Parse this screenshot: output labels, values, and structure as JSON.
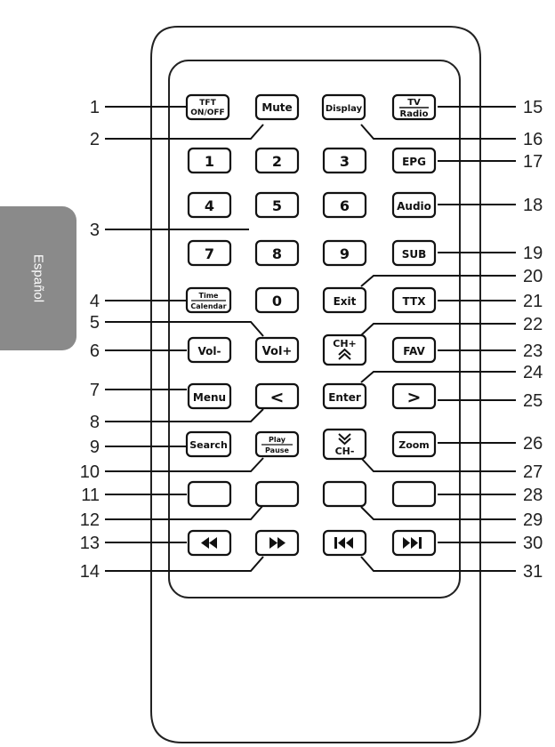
{
  "side_tab": {
    "label": "Español",
    "color": "#8a8a8a"
  },
  "buttons": {
    "b1_line1": "TFT",
    "b1_line2": "ON/OFF",
    "mute": "Mute",
    "display": "Display",
    "b15_line1": "TV",
    "b15_line2": "Radio",
    "d1": "1",
    "d2": "2",
    "d3": "3",
    "epg": "EPG",
    "d4": "4",
    "d5": "5",
    "d6": "6",
    "audio": "Audio",
    "d7": "7",
    "d8": "8",
    "d9": "9",
    "sub": "SUB",
    "b4_line1": "Time",
    "b4_line2": "Calendar",
    "d0": "0",
    "exit": "Exit",
    "ttx": "TTX",
    "vol_minus": "Vol-",
    "vol_plus": "Vol+",
    "ch_plus": "CH+",
    "fav": "FAV",
    "menu": "Menu",
    "left": "<",
    "enter": "Enter",
    "right": ">",
    "search": "Search",
    "b10_line1": "Play",
    "b10_line2": "Pause",
    "ch_minus": "CH-",
    "zoom": "Zoom"
  },
  "callouts": {
    "left": [
      "1",
      "2",
      "3",
      "4",
      "5",
      "6",
      "7",
      "8",
      "9",
      "10",
      "11",
      "12",
      "13",
      "14"
    ],
    "right": [
      "15",
      "16",
      "17",
      "18",
      "19",
      "20",
      "21",
      "22",
      "23",
      "24",
      "25",
      "26",
      "27",
      "28",
      "29",
      "30",
      "31"
    ]
  }
}
